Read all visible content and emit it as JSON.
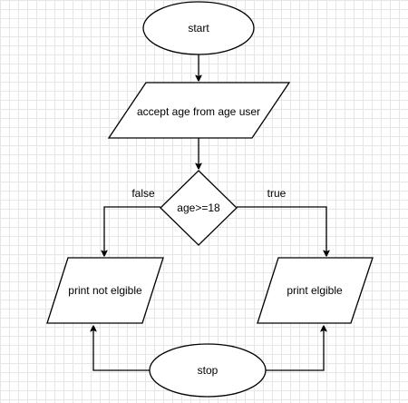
{
  "nodes": {
    "start": {
      "label": "start",
      "shape": "ellipse"
    },
    "accept_age": {
      "label": "accept age from age user",
      "shape": "parallelogram"
    },
    "age_check": {
      "label": "age>=18",
      "shape": "diamond"
    },
    "print_not_eligible": {
      "label": "print not elgible",
      "shape": "parallelogram"
    },
    "print_eligible": {
      "label": "print elgible",
      "shape": "parallelogram"
    },
    "stop": {
      "label": "stop",
      "shape": "ellipse"
    }
  },
  "edges": {
    "false_label": "false",
    "true_label": "true"
  },
  "colors": {
    "stroke": "#000000",
    "fill": "#ffffff",
    "grid": "#e6e6e6"
  }
}
